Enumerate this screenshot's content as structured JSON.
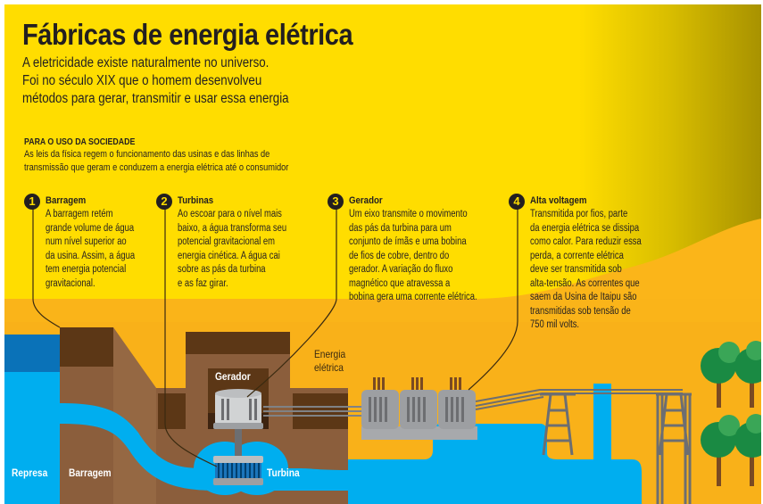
{
  "header": {
    "title": "Fábricas de energia elétrica",
    "subtitle_lines": [
      "A eletricidade existe naturalmente no universo.",
      "Foi no século XIX que o homem desenvolveu",
      "métodos para gerar, transmitir e usar essa energia"
    ]
  },
  "section": {
    "heading": "PARA O USO DA SOCIEDADE",
    "body_lines": [
      "As leis da física regem o funcionamento das usinas e das linhas de",
      "transmissão que geram e conduzem a energia elétrica até o consumidor"
    ]
  },
  "steps": [
    {
      "number": "1",
      "title": "Barragem",
      "text": "A barragem retém\ngrande volume de água\nnum nível superior ao\nda usina. Assim, a água\ntem energia potencial\ngravitacional."
    },
    {
      "number": "2",
      "title": "Turbinas",
      "text": "Ao escoar para o nível mais\nbaixo, a água transforma seu\npotencial gravitacional em\nenergia cinética. A água cai\nsobre as pás da turbina\ne as faz girar."
    },
    {
      "number": "3",
      "title": "Gerador",
      "text": "Um eixo transmite o movimento\ndas pás da turbina para um\nconjunto de ímãs e uma bobina\nde fios de cobre, dentro do\ngerador. A variação do fluxo\nmagnético que atravessa a\nbobina gera uma corrente elétrica."
    },
    {
      "number": "4",
      "title": "Alta voltagem",
      "text": "Transmitida por fios, parte\nda energia elétrica se dissipa\ncomo calor. Para reduzir essa\nperda, a corrente elétrica\ndeve ser transmitida sob\nalta-tensão. As correntes que\nsaem da Usina de Itaipu são\ntransmitidas sob tensão de\n750 mil volts."
    }
  ],
  "diagram_labels": {
    "represa": "Represa",
    "barragem": "Barragem",
    "turbina": "Turbina",
    "gerador": "Gerador",
    "energia_eletrica": "Energia\nelétrica"
  },
  "colors": {
    "background_yellow": "#ffdd00",
    "ground_orange": "#fbb519",
    "water_blue": "#00aeef",
    "water_dark_blue": "#0a72b8",
    "earth_brown": "#8b5e3c",
    "dark_brown": "#5c3716",
    "machine_gray": "#9d9fa2",
    "tree_green": "#1a8a43",
    "text_dark": "#231f20"
  }
}
